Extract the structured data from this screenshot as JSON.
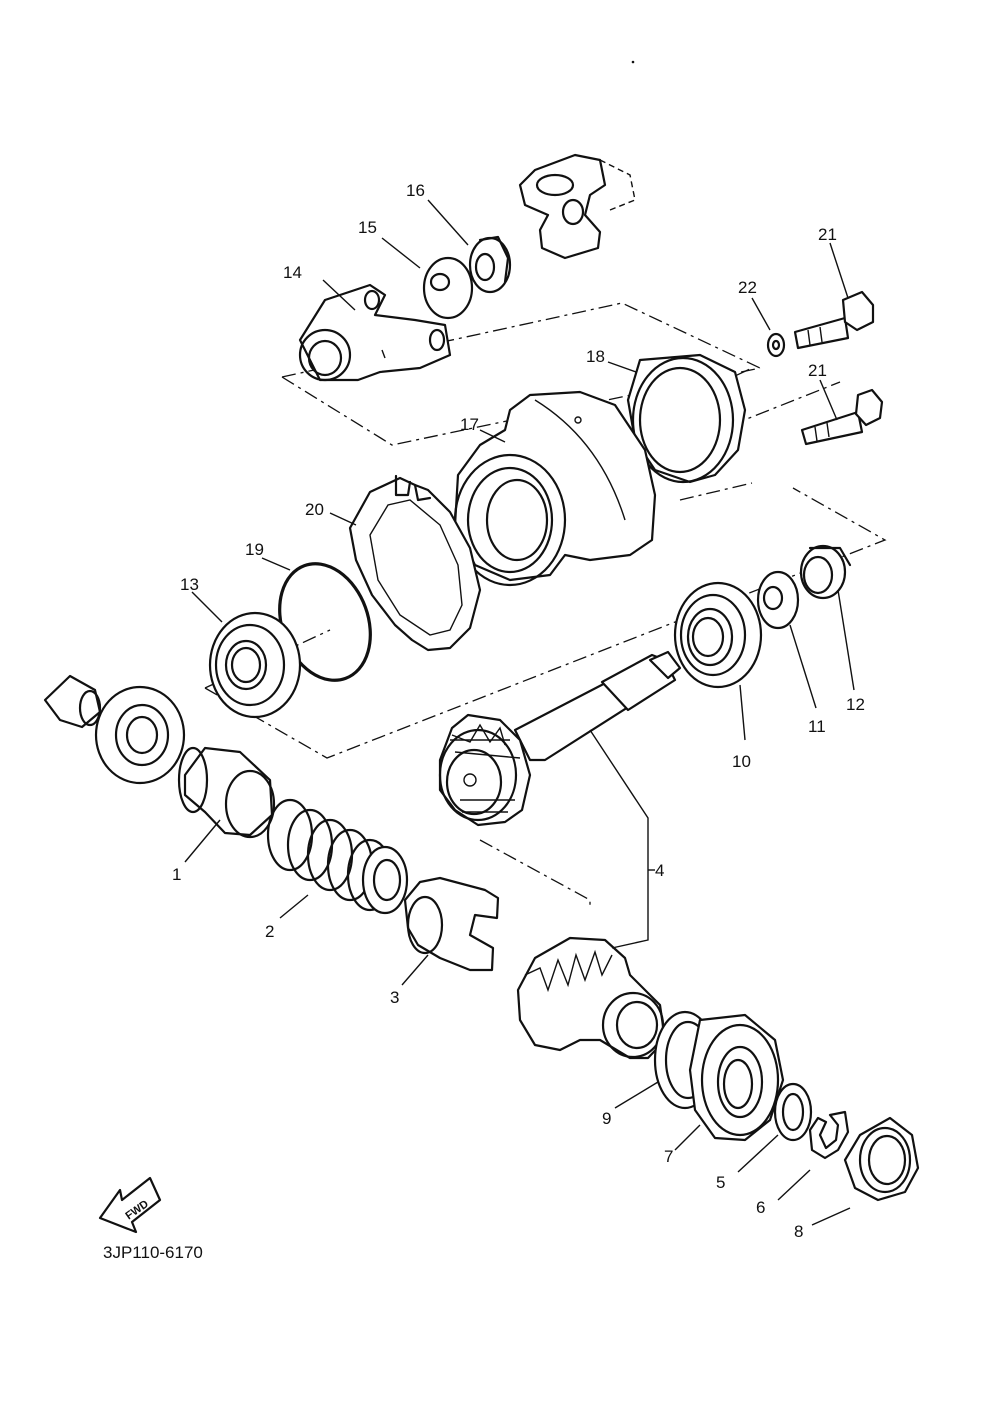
{
  "diagram": {
    "code": "3JP110-6170",
    "fwd_label": "FWD",
    "callouts": [
      "1",
      "2",
      "3",
      "4",
      "5",
      "6",
      "7",
      "8",
      "9",
      "10",
      "11",
      "12",
      "13",
      "14",
      "15",
      "16",
      "17",
      "18",
      "19",
      "20",
      "21",
      "22"
    ]
  }
}
